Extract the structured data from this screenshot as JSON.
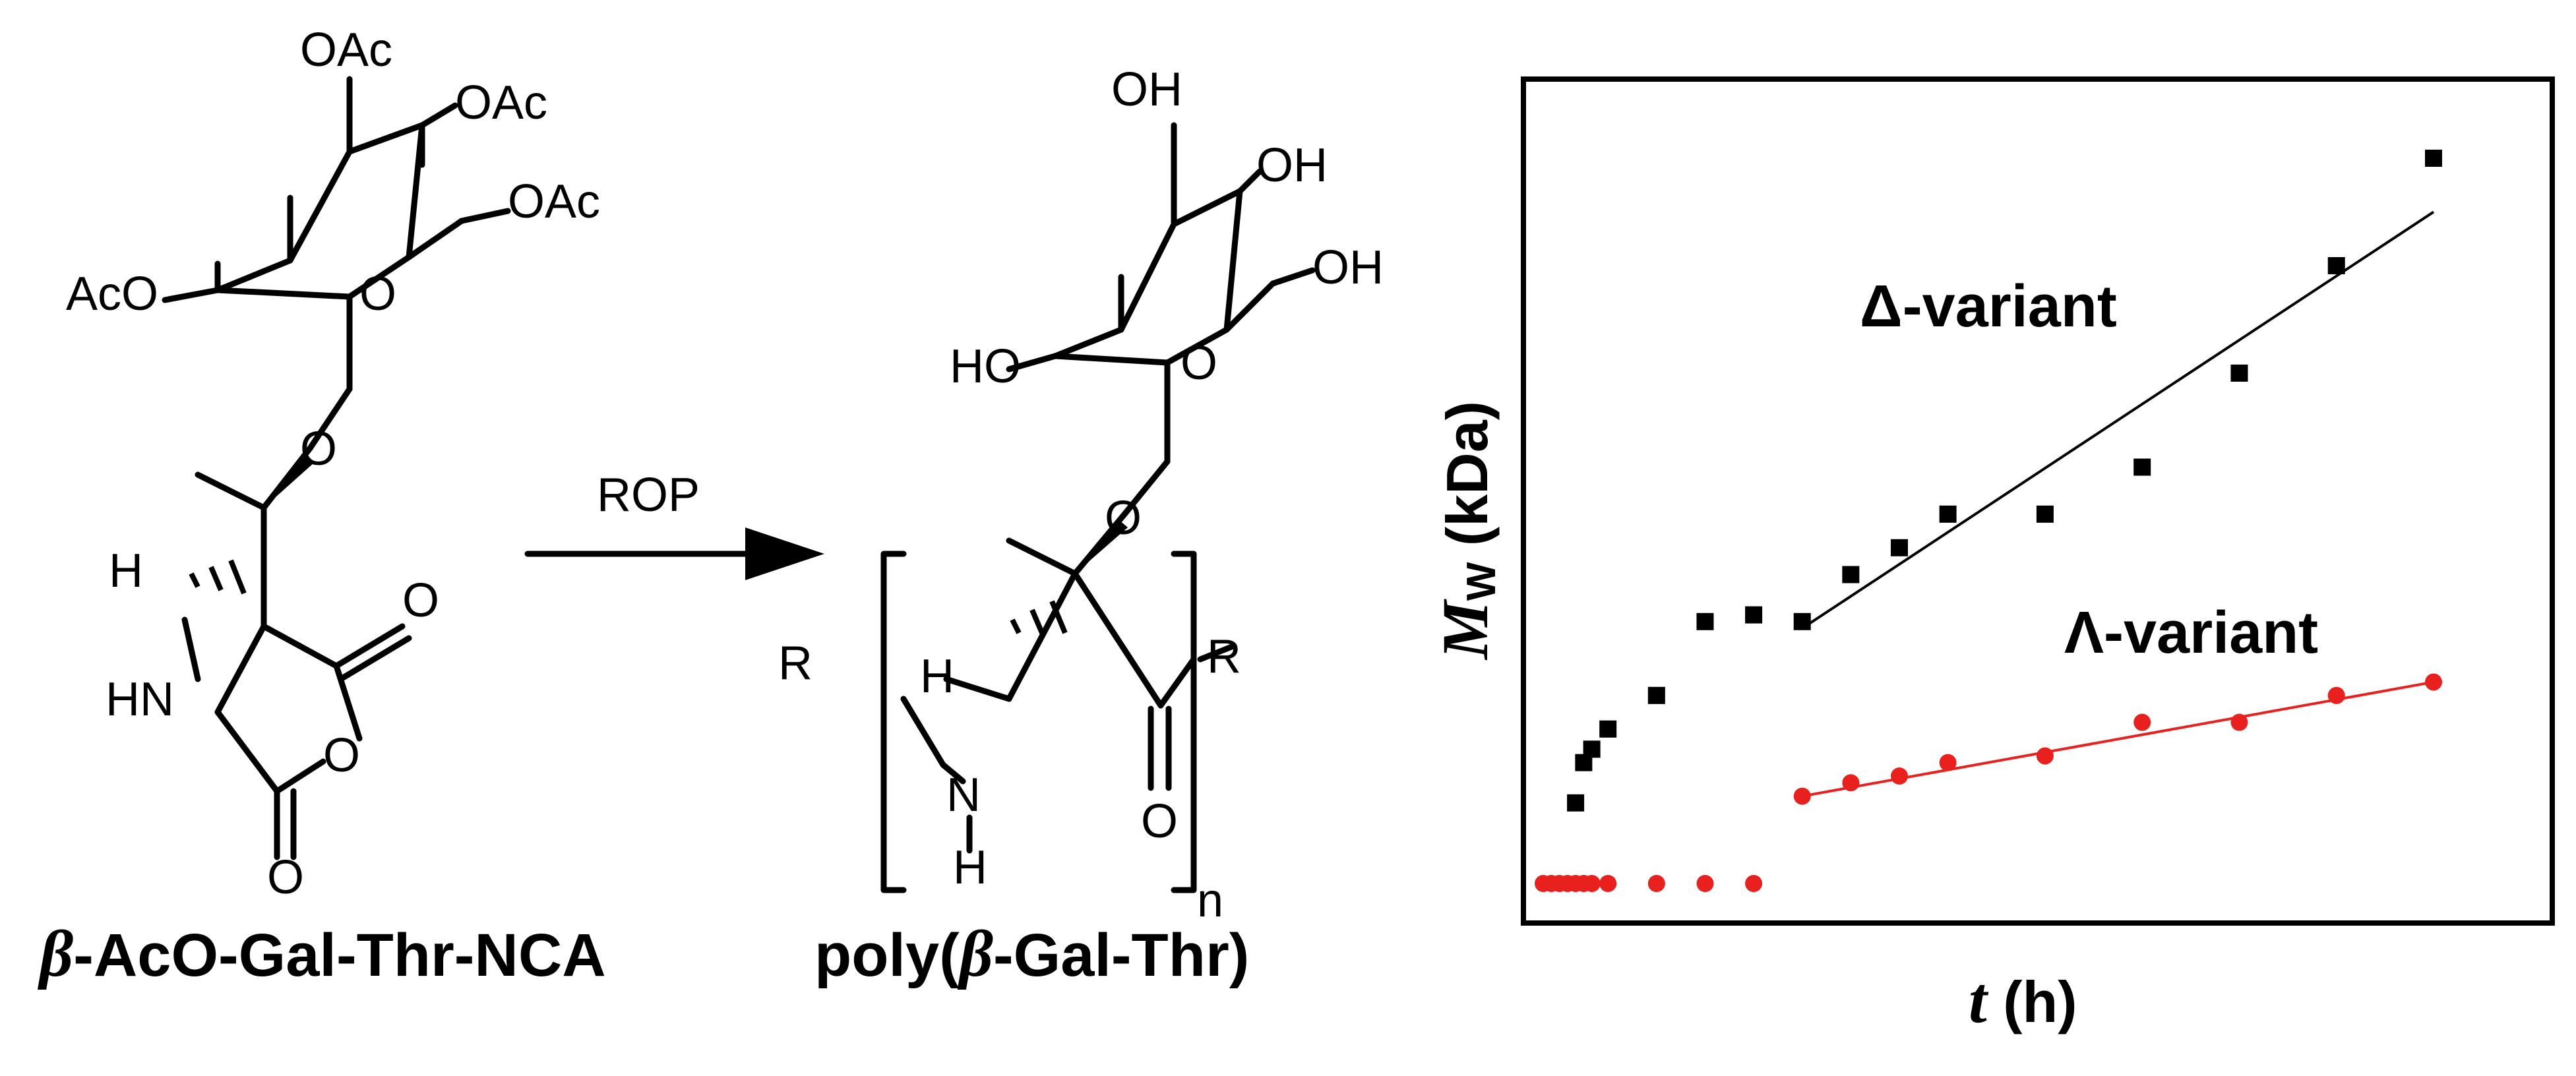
{
  "reaction": {
    "reagent_label": "ROP",
    "monomer_name_prefix": "β",
    "monomer_name_rest": "-AcO-Gal-Thr-NCA",
    "polymer_name_open": "poly(",
    "polymer_name_prefix": "β",
    "polymer_name_rest": "-Gal-Thr)"
  },
  "monomer_atoms": {
    "oac1": "OAc",
    "oac2": "OAc",
    "oac3": "OAc",
    "aco": "AcO",
    "ring_o": "O",
    "glyco_o": "O",
    "h": "H",
    "carbonyl_o1": "O",
    "hn": "HN",
    "ring_o2": "O",
    "carbonyl_o2": "O"
  },
  "polymer_atoms": {
    "oh1": "OH",
    "oh2": "OH",
    "oh3": "OH",
    "ho": "HO",
    "ring_o": "O",
    "glyco_o": "O",
    "r_left": "R",
    "r_right": "R",
    "h_alpha": "H",
    "n": "N",
    "h_n": "H",
    "carbonyl_o": "O",
    "n_sub": "n"
  },
  "chart_data": {
    "type": "scatter",
    "xlabel_var": "t",
    "xlabel_unit": " (h)",
    "ylabel_var": "M",
    "ylabel_sub": "W",
    "ylabel_unit": " (kDa)",
    "xlim": [
      0,
      100
    ],
    "ylim": [
      0,
      100
    ],
    "grid": false,
    "series": [
      {
        "name": "Δ-variant",
        "color": "#000000",
        "marker": "square",
        "points": [
          [
            4,
            12
          ],
          [
            5,
            18
          ],
          [
            6,
            20
          ],
          [
            8,
            23
          ],
          [
            14,
            28
          ],
          [
            20,
            39
          ],
          [
            26,
            40
          ],
          [
            32,
            39
          ],
          [
            38,
            46
          ],
          [
            44,
            50
          ],
          [
            50,
            55
          ],
          [
            62,
            55
          ],
          [
            74,
            62
          ],
          [
            86,
            76
          ],
          [
            98,
            92
          ],
          [
            110,
            108
          ]
        ],
        "fit": [
          [
            32,
            38
          ],
          [
            110,
            100
          ]
        ]
      },
      {
        "name": "Λ-variant",
        "color": "#e8201e",
        "marker": "circle",
        "points": [
          [
            0,
            0
          ],
          [
            1,
            0
          ],
          [
            2,
            0
          ],
          [
            3,
            0
          ],
          [
            4,
            0
          ],
          [
            5,
            0
          ],
          [
            6,
            0
          ],
          [
            8,
            0
          ],
          [
            14,
            0
          ],
          [
            20,
            0
          ],
          [
            26,
            0
          ],
          [
            32,
            13
          ],
          [
            38,
            15
          ],
          [
            44,
            16
          ],
          [
            50,
            18
          ],
          [
            62,
            19
          ],
          [
            74,
            24
          ],
          [
            86,
            24
          ],
          [
            98,
            28
          ],
          [
            110,
            30
          ]
        ],
        "fit": [
          [
            32,
            13
          ],
          [
            110,
            30
          ]
        ]
      }
    ]
  }
}
